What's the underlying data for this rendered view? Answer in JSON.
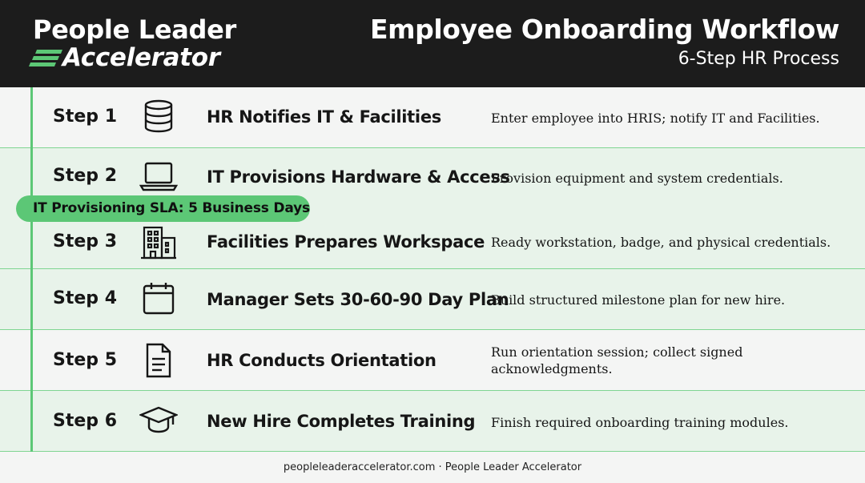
{
  "header": {
    "brand_line1": "People Leader",
    "brand_line2": "Accelerator",
    "title": "Employee Onboarding Workflow",
    "subtitle": "6-Step HR Process"
  },
  "steps": [
    {
      "label": "Step 1",
      "icon": "database-icon",
      "title": "HR Notifies IT & Facilities",
      "description": "Enter employee into HRIS; notify IT and Facilities."
    },
    {
      "label": "Step 2",
      "icon": "laptop-icon",
      "title": "IT Provisions Hardware & Access",
      "description": "Provision equipment and system credentials."
    },
    {
      "label": "Step 3",
      "icon": "building-icon",
      "title": "Facilities Prepares Workspace",
      "description": "Ready workstation, badge, and physical credentials."
    },
    {
      "label": "Step 4",
      "icon": "calendar-icon",
      "title": "Manager Sets 30-60-90 Day Plan",
      "description": "Build structured milestone plan for new hire."
    },
    {
      "label": "Step 5",
      "icon": "document-icon",
      "title": "HR Conducts Orientation",
      "description": "Run orientation session; collect signed acknowledgments."
    },
    {
      "label": "Step 6",
      "icon": "graduation-cap-icon",
      "title": "New Hire Completes Training",
      "description": "Finish required onboarding training modules."
    }
  ],
  "sla_badge": "IT Provisioning SLA: 5 Business Days",
  "footer": "peopleleaderaccelerator.com · People Leader Accelerator",
  "colors": {
    "header_bg": "#1c1c1c",
    "accent_green": "#5cc776",
    "row_green": "#e8f3ea",
    "row_white": "#f4f5f4"
  }
}
